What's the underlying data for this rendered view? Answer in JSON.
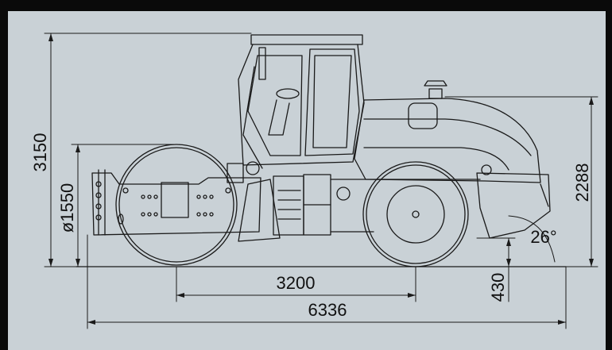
{
  "diagram": {
    "colors": {
      "background": "#c9d1d6",
      "border": "#0a0a0a",
      "line": "#1a1a1a"
    },
    "dimensions": {
      "overall_height": "3150",
      "drum_diameter": "ø1550",
      "rear_height": "2288",
      "wheelbase": "3200",
      "overall_length": "6336",
      "ground_clearance": "430",
      "departure_angle": "26°"
    }
  }
}
